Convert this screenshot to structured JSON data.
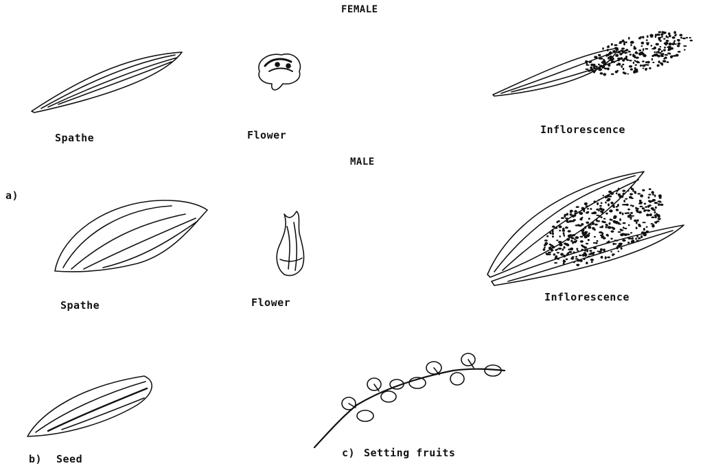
{
  "headings": {
    "female": "FEMALE",
    "male": "MALE"
  },
  "part_markers": {
    "a": "a)",
    "b": "b)",
    "c": "c)"
  },
  "female": {
    "spathe": "Spathe",
    "flower": "Flower",
    "inflorescence": "Inflorescence"
  },
  "male": {
    "spathe": "Spathe",
    "flower": "Flower",
    "inflorescence": "Inflorescence"
  },
  "seed": "Seed",
  "setting_fruits": "Setting fruits",
  "colors": {
    "ink": "#111111",
    "background": "#ffffff"
  }
}
